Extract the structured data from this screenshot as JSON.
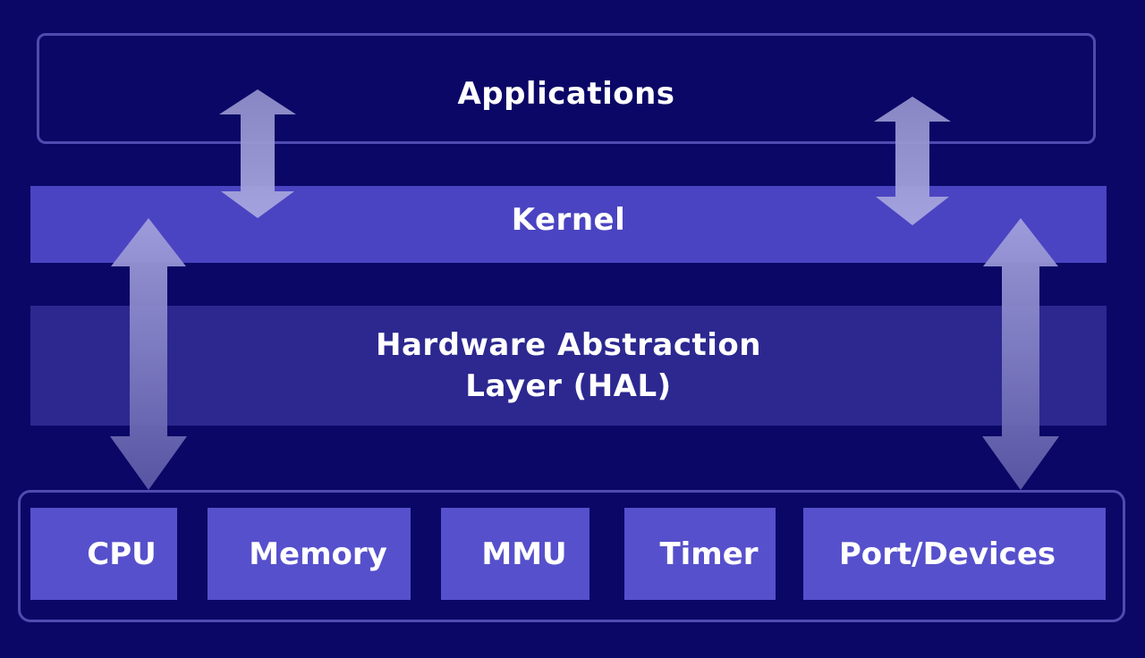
{
  "layers": {
    "applications": "Applications",
    "kernel": "Kernel",
    "hal_line1": "Hardware Abstraction",
    "hal_line2": "Layer (HAL)"
  },
  "hardware": {
    "cpu": "CPU",
    "memory": "Memory",
    "mmu": "MMU",
    "timer": "Timer",
    "port_devices": "Port/Devices"
  },
  "colors": {
    "background": "#0b0766",
    "kernel_band": "#4a44c2",
    "hal_band": "#2c2890",
    "hardware_block": "#5650cc",
    "outline": "#4e4bb0",
    "arrow_light": "#9896d6",
    "arrow_dark": "#54529c"
  }
}
